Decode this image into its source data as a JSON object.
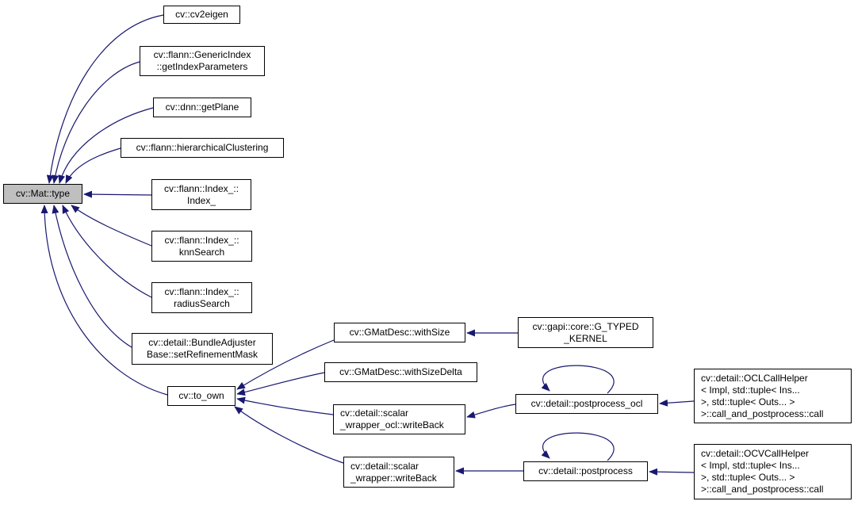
{
  "diagram": {
    "type": "doxygen-caller-graph",
    "background": "#ffffff",
    "edge_color": "#191970",
    "node_border_color": "#000000",
    "node_fill": "#ffffff",
    "highlight_fill": "#bfbfbf",
    "text_color": "#000000"
  },
  "nodes": {
    "mat_type": {
      "label": "cv::Mat::type",
      "highlighted": true
    },
    "cv2eigen": {
      "label": "cv::cv2eigen"
    },
    "generic_index": {
      "label": "cv::flann::GenericIndex\n::getIndexParameters"
    },
    "get_plane": {
      "label": "cv::dnn::getPlane"
    },
    "hierarchical_clustering": {
      "label": "cv::flann::hierarchicalClustering"
    },
    "index_ctor": {
      "label": "cv::flann::Index_::\nIndex_"
    },
    "knn_search": {
      "label": "cv::flann::Index_::\nknnSearch"
    },
    "radius_search": {
      "label": "cv::flann::Index_::\nradiusSearch"
    },
    "bundle_adjuster": {
      "label": "cv::detail::BundleAdjuster\nBase::setRefinementMask"
    },
    "to_own": {
      "label": "cv::to_own"
    },
    "with_size": {
      "label": "cv::GMatDesc::withSize"
    },
    "with_size_delta": {
      "label": "cv::GMatDesc::withSizeDelta"
    },
    "scalar_wrapper_ocl": {
      "label": "cv::detail::scalar\n_wrapper_ocl::writeBack"
    },
    "scalar_wrapper": {
      "label": "cv::detail::scalar\n_wrapper::writeBack"
    },
    "g_typed_kernel": {
      "label": "cv::gapi::core::G_TYPED\n_KERNEL"
    },
    "postprocess_ocl": {
      "label": "cv::detail::postprocess_ocl"
    },
    "postprocess": {
      "label": "cv::detail::postprocess"
    },
    "ocl_call_helper": {
      "label": "cv::detail::OCLCallHelper\n< Impl, std::tuple< Ins...\n >, std::tuple< Outs... >\n >::call_and_postprocess::call"
    },
    "ocv_call_helper": {
      "label": "cv::detail::OCVCallHelper\n< Impl, std::tuple< Ins...\n >, std::tuple< Outs... >\n >::call_and_postprocess::call"
    }
  },
  "edges": [
    {
      "from": "cv2eigen",
      "to": "mat_type"
    },
    {
      "from": "generic_index",
      "to": "mat_type"
    },
    {
      "from": "get_plane",
      "to": "mat_type"
    },
    {
      "from": "hierarchical_clustering",
      "to": "mat_type"
    },
    {
      "from": "index_ctor",
      "to": "mat_type"
    },
    {
      "from": "knn_search",
      "to": "mat_type"
    },
    {
      "from": "radius_search",
      "to": "mat_type"
    },
    {
      "from": "bundle_adjuster",
      "to": "mat_type"
    },
    {
      "from": "to_own",
      "to": "mat_type"
    },
    {
      "from": "with_size",
      "to": "to_own"
    },
    {
      "from": "with_size_delta",
      "to": "to_own"
    },
    {
      "from": "scalar_wrapper_ocl",
      "to": "to_own"
    },
    {
      "from": "scalar_wrapper",
      "to": "to_own"
    },
    {
      "from": "g_typed_kernel",
      "to": "with_size"
    },
    {
      "from": "postprocess_ocl",
      "to": "scalar_wrapper_ocl"
    },
    {
      "from": "postprocess_ocl",
      "to": "postprocess_ocl"
    },
    {
      "from": "ocl_call_helper",
      "to": "postprocess_ocl"
    },
    {
      "from": "postprocess",
      "to": "scalar_wrapper"
    },
    {
      "from": "postprocess",
      "to": "postprocess"
    },
    {
      "from": "ocv_call_helper",
      "to": "postprocess"
    }
  ]
}
